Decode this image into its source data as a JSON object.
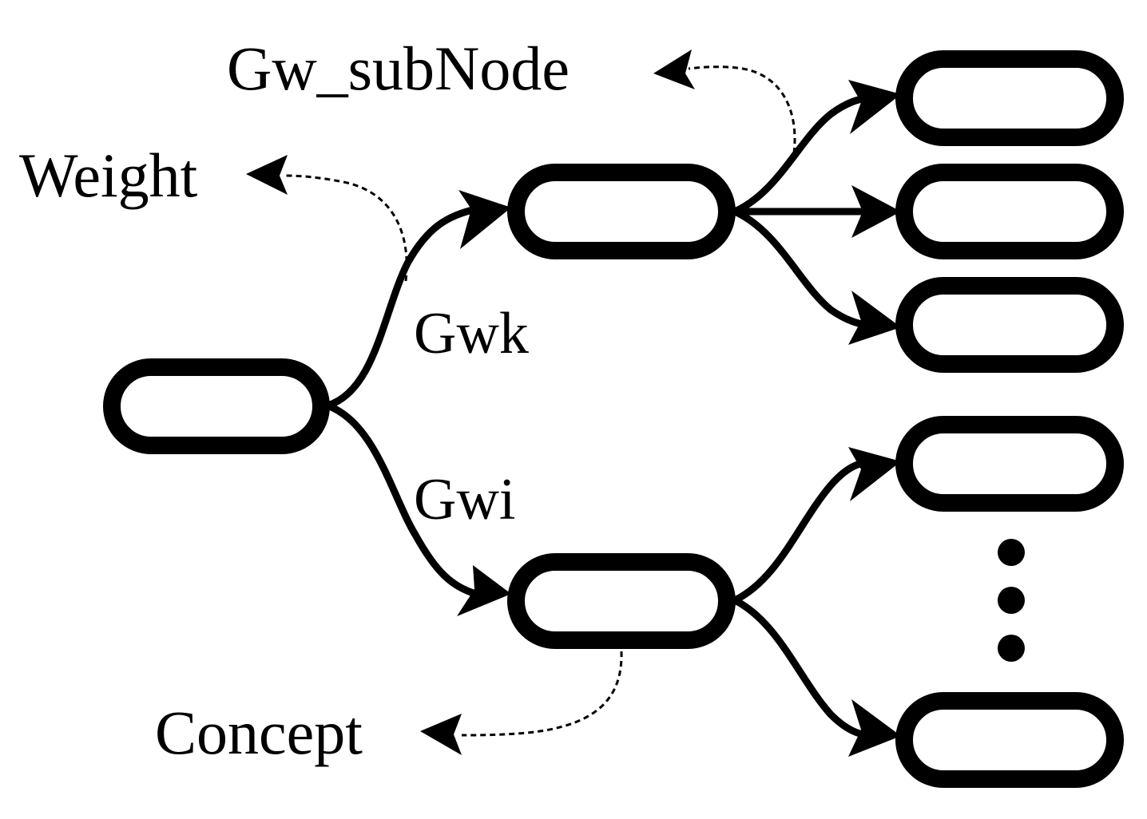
{
  "labels": {
    "gw_subnode": "Gw_subNode",
    "weight": "Weight",
    "gwk": "Gwk",
    "gwi": "Gwi",
    "concept": "Concept"
  },
  "colors": {
    "stroke": "#000000",
    "background": "#ffffff"
  },
  "structure": {
    "nodes": [
      "root",
      "child-k",
      "child-i",
      "leaf-k-1",
      "leaf-k-2",
      "leaf-k-3",
      "leaf-i-1",
      "leaf-i-last"
    ],
    "edges": [
      {
        "from": "root",
        "to": "child-k",
        "label": "Gwk"
      },
      {
        "from": "root",
        "to": "child-i",
        "label": "Gwi"
      },
      {
        "from": "child-k",
        "to": "leaf-k-1"
      },
      {
        "from": "child-k",
        "to": "leaf-k-2"
      },
      {
        "from": "child-k",
        "to": "leaf-k-3"
      },
      {
        "from": "child-i",
        "to": "leaf-i-1"
      },
      {
        "from": "child-i",
        "to": "leaf-i-last"
      }
    ],
    "annotations": [
      {
        "target": "edge child-k to leaf-k-1",
        "label": "Gw_subNode"
      },
      {
        "target": "edge root to child-k",
        "label": "Weight"
      },
      {
        "target": "node child-i",
        "label": "Concept"
      }
    ],
    "ellipsis_icon": "vertical-ellipsis-icon"
  }
}
